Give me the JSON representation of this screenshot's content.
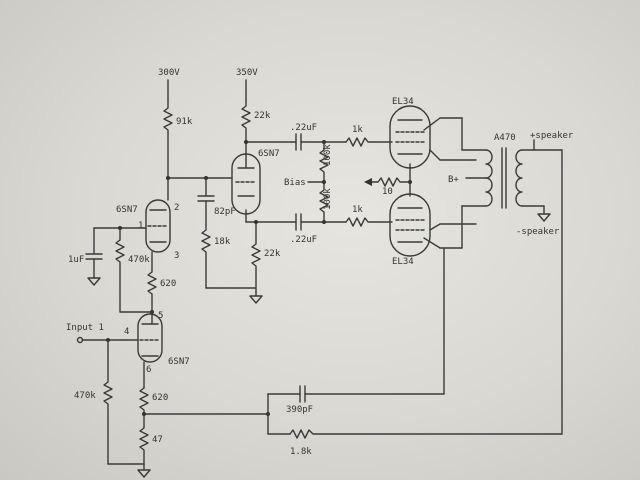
{
  "supplies": {
    "b1": "300V",
    "b2": "350V",
    "bplus": "B+"
  },
  "tubes": {
    "driver": "6SN7",
    "input_stage": "6SN7",
    "splitter": "6SN7",
    "output_a": "EL34",
    "output_b": "EL34"
  },
  "pins": {
    "p1": "1",
    "p2": "2",
    "p3": "3",
    "p4": "4",
    "p5": "5",
    "p6": "6"
  },
  "resistors": {
    "r91k": "91k",
    "r22k_top": "22k",
    "r18k": "18k",
    "r22k_bot": "22k",
    "r470k_a": "470k",
    "r620_a": "620",
    "r470k_in": "470k",
    "r620_b": "620",
    "r47": "47",
    "r1k_top": "1k",
    "r1k_bot": "1k",
    "r100k_top": "100k",
    "r100k_bot": "100k",
    "r10": "10",
    "r1_8k": "1.8k"
  },
  "capacitors": {
    "c22_top": ".22uF",
    "c22_bot": ".22uF",
    "c82": "82pF",
    "c1u": "1uF",
    "c390": "390pF"
  },
  "labels": {
    "bias": "Bias",
    "input": "Input 1",
    "transformer": "A470",
    "speaker_pos": "+speaker",
    "speaker_neg": "-speaker"
  }
}
